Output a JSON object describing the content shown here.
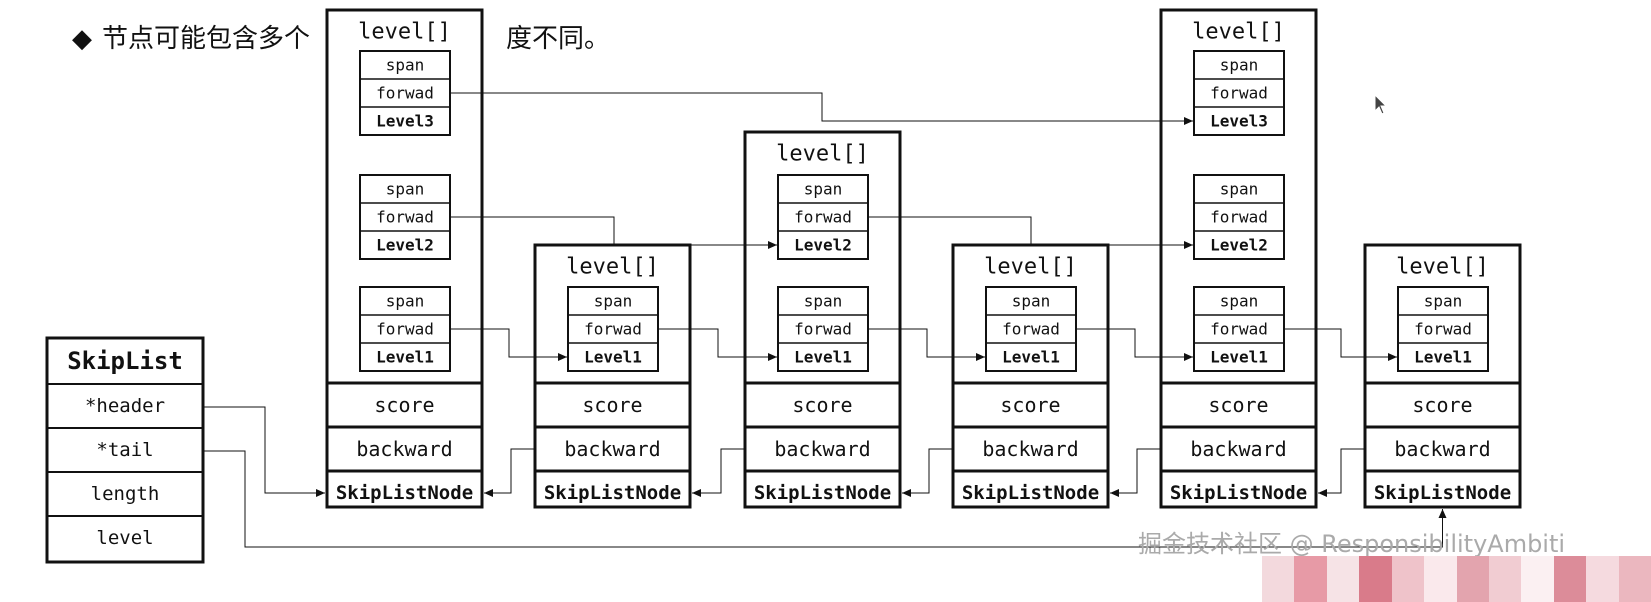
{
  "heading": {
    "bullet": "◆",
    "text_left": "节点可能包含多个",
    "text_right": "度不同。"
  },
  "skiplist": {
    "title": "SkipList",
    "fields": [
      "*header",
      "*tail",
      "length",
      "level"
    ]
  },
  "node_labels": {
    "level_array": "level[]",
    "span": "span",
    "forward": "forwad",
    "score": "score",
    "backward": "backward",
    "name": "SkipListNode"
  },
  "nodes": [
    {
      "id": "node-1",
      "levels": [
        "Level3",
        "Level2",
        "Level1"
      ]
    },
    {
      "id": "node-2",
      "levels": [
        "Level1"
      ]
    },
    {
      "id": "node-3",
      "levels": [
        "Level2",
        "Level1"
      ]
    },
    {
      "id": "node-4",
      "levels": [
        "Level1"
      ]
    },
    {
      "id": "node-5",
      "levels": [
        "Level3",
        "Level2",
        "Level1"
      ]
    },
    {
      "id": "node-6",
      "levels": [
        "Level1"
      ]
    }
  ],
  "watermark": "掘金技术社区 @ ResponsibilityAmbiti",
  "colors": {
    "line": "#111111",
    "watermark": "#aaaaaa",
    "strip": [
      "#f3d9dd",
      "#e79aa6",
      "#f6e3e6",
      "#d97b8a",
      "#efc3ca",
      "#fae9ec",
      "#e3a4ae",
      "#f1ccd2",
      "#fbf0f2",
      "#dc8c99",
      "#f5dadf",
      "#ebb7bf"
    ]
  },
  "icons": {
    "cursor": "mouse-pointer-icon"
  }
}
